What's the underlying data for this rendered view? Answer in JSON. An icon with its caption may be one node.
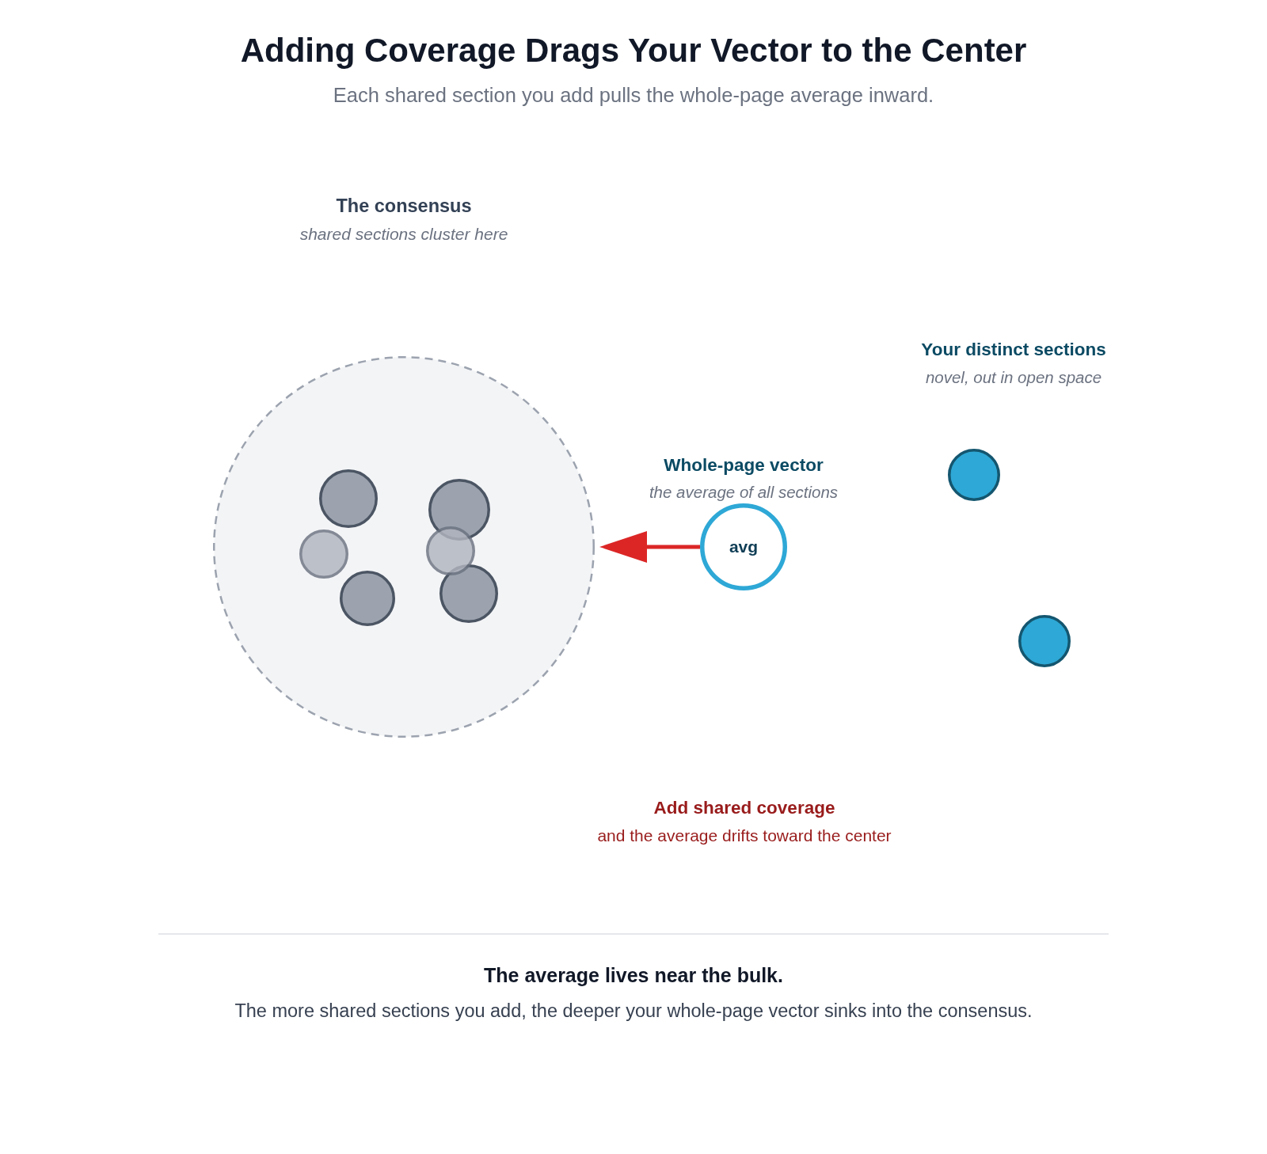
{
  "diagram": {
    "title": "Adding Coverage Drags Your Vector to the Center",
    "nodes": [
      {
        "text": [],
        "shape": "circle",
        "beside": [
          "The consensus",
          "shared sections cluster here"
        ]
      },
      {
        "text": [],
        "shape": "circle",
        "in": 0
      },
      {
        "text": [],
        "shape": "circle",
        "in": 0
      },
      {
        "text": [],
        "shape": "circle",
        "in": 0
      },
      {
        "text": [],
        "shape": "circle",
        "in": 0
      },
      {
        "text": [],
        "shape": "circle",
        "in": 0
      },
      {
        "text": [],
        "shape": "circle",
        "in": 0
      },
      {
        "text": [
          "avg"
        ],
        "beside": [
          "Whole-page vector",
          "the average of all sections"
        ]
      },
      {
        "text": [],
        "shape": "circle"
      },
      {
        "text": [],
        "shape": "circle"
      }
    ],
    "edges": [
      {
        "from": 7,
        "to": 0,
        "arrow": "to",
        "color": "#dc2626"
      }
    ],
    "labels": [
      "Each shared section you add pulls the whole-page average inward.",
      "Your distinct sections",
      "novel, out in open space",
      "Add shared coverage",
      "and the average drifts toward the center",
      "The average lives near the bulk.",
      "The more shared sections you add, the deeper your whole-page vector sinks into the consensus."
    ]
  }
}
